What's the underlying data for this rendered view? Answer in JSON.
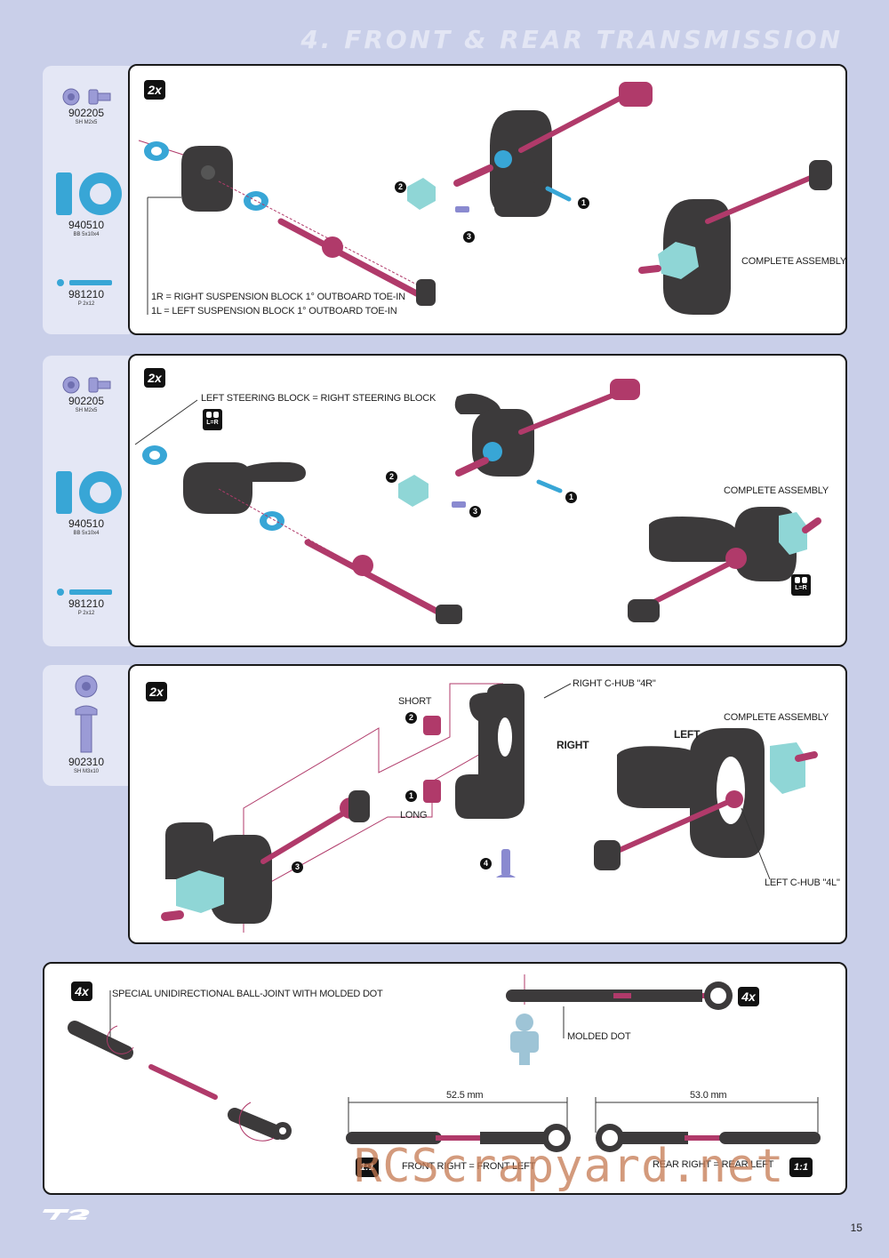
{
  "page": {
    "title": "4. FRONT & REAR TRANSMISSION",
    "page_number": "15",
    "logo": "T2",
    "watermark": "RCScrapyard.net"
  },
  "colors": {
    "background": "#c9cfe9",
    "part_column": "#e4e7f5",
    "bearing": "#38a6d6",
    "shaft": "#b03a6a",
    "block": "#3c3a3b",
    "hex": "#8fd6d6",
    "screw": "#8a8ad0"
  },
  "step1": {
    "badge": "2x",
    "parts": [
      {
        "number": "902205",
        "desc": "SH M2x5",
        "icon": "screw-icon"
      },
      {
        "number": "940510",
        "desc": "BB 5x10x4",
        "icon": "bearing-icon"
      },
      {
        "number": "981210",
        "desc": "P 2x12",
        "icon": "pin-icon"
      }
    ],
    "notes": [
      "1R = RIGHT SUSPENSION BLOCK 1° OUTBOARD TOE-IN",
      "1L = LEFT SUSPENSION BLOCK 1° OUTBOARD TOE-IN"
    ],
    "complete_label": "COMPLETE ASSEMBLY",
    "markers": [
      "1",
      "2",
      "3"
    ]
  },
  "step2": {
    "badge": "2x",
    "parts": [
      {
        "number": "902205",
        "desc": "SH M2x5",
        "icon": "screw-icon"
      },
      {
        "number": "940510",
        "desc": "BB 5x10x4",
        "icon": "bearing-icon"
      },
      {
        "number": "981210",
        "desc": "P 2x12",
        "icon": "pin-icon"
      }
    ],
    "note": "LEFT STEERING BLOCK = RIGHT STEERING BLOCK",
    "lr_badge": "L=R",
    "complete_label": "COMPLETE ASSEMBLY",
    "markers": [
      "1",
      "2",
      "3"
    ]
  },
  "step3": {
    "badge": "2x",
    "parts": [
      {
        "number": "902310",
        "desc": "SH M3x10",
        "icon": "button-screw-icon"
      }
    ],
    "short_label": "SHORT",
    "long_label": "LONG",
    "right_chub": "RIGHT C-HUB \"4R\"",
    "left_chub": "LEFT C-HUB  \"4L\"",
    "right_tag": "RIGHT",
    "left_tag": "LEFT",
    "complete_label": "COMPLETE ASSEMBLY",
    "markers": [
      "1",
      "2",
      "3",
      "4"
    ]
  },
  "step4": {
    "badge_left": "4x",
    "badge_right": "4x",
    "note": "SPECIAL UNIDIRECTIONAL BALL-JOINT WITH MOLDED DOT",
    "molded_dot": "MOLDED DOT",
    "front": {
      "length": "52.5 mm",
      "label": "FRONT RIGHT = FRONT LEFT",
      "scale": "1:1"
    },
    "rear": {
      "length": "53.0 mm",
      "label": "REAR RIGHT = REAR LEFT",
      "scale": "1:1"
    }
  }
}
